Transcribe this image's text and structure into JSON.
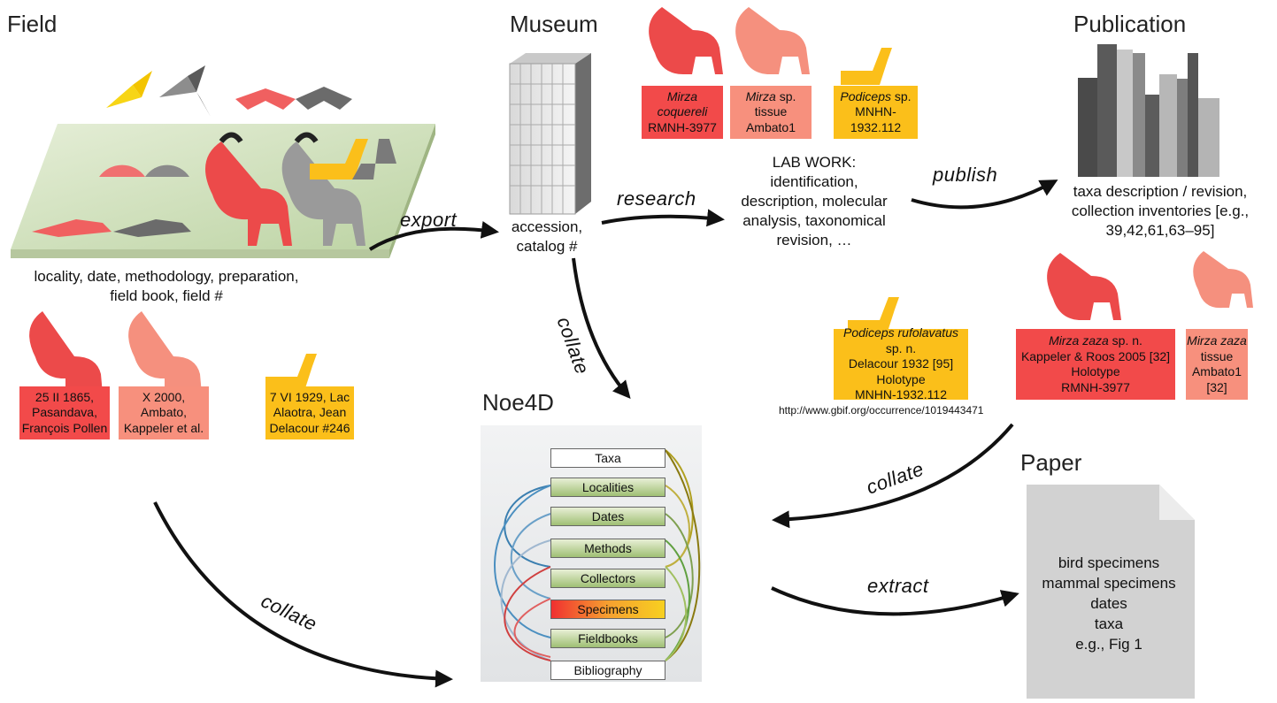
{
  "sections": {
    "field": "Field",
    "museum": "Museum",
    "publication": "Publication",
    "noe4d": "Noe4D",
    "paper": "Paper"
  },
  "field": {
    "caption": [
      "locality, date, methodology, preparation,",
      "field book, field #"
    ],
    "tags": [
      {
        "lines": [
          "25 II 1865,",
          "Pasandava,",
          "François Pollen"
        ],
        "color": "#f24a4a"
      },
      {
        "lines": [
          "X 2000,",
          "Ambato,",
          "Kappeler et al."
        ],
        "color": "#f7907d"
      },
      {
        "lines": [
          "7 VI 1929, Lac",
          "Alaotra, Jean",
          "Delacour #246"
        ],
        "color": "#fbbf1a"
      }
    ]
  },
  "museum": {
    "caption": [
      "accession,",
      "catalog #"
    ],
    "tags": [
      {
        "italic": "Mirza",
        "italic2": "coquereli",
        "line3": "RMNH-3977",
        "color": "#f24a4a"
      },
      {
        "italic": "Mirza",
        "rest": " sp.",
        "line2": "tissue",
        "line3": "Ambato1",
        "color": "#f7907d"
      },
      {
        "italic": "Podiceps",
        "rest": " sp.",
        "line2": "MNHN-",
        "line3": "1932.112",
        "color": "#fbbf1a"
      }
    ]
  },
  "labwork": {
    "lines": [
      "LAB WORK:",
      "identification,",
      "description, molecular",
      "analysis, taxonomical",
      "revision, …"
    ]
  },
  "publication": {
    "caption": [
      "taxa description / revision,",
      "collection inventories [e.g.,",
      "39,42,61,63–95]"
    ],
    "tags": [
      {
        "italic": "Podiceps rufolavatus",
        "rest": " sp. n.",
        "lines": [
          "Delacour 1932 [95]",
          "Holotype",
          "MNHN-1932.112"
        ],
        "color": "#fbbf1a"
      },
      {
        "italic": "Mirza zaza",
        "rest": " sp. n.",
        "lines": [
          "Kappeler & Roos 2005 [32]",
          "Holotype",
          "RMNH-3977"
        ],
        "color": "#f24a4a"
      },
      {
        "italic": "Mirza zaza",
        "rest": "",
        "lines": [
          "tissue",
          "Ambato1",
          "[32]"
        ],
        "color": "#f7907d"
      }
    ],
    "url": "http://www.gbif.org/occurrence/1019443471"
  },
  "flows": {
    "export": "export",
    "research": "research",
    "publish": "publish",
    "collate_museum": "collate",
    "collate_publication": "collate",
    "collate_field": "collate",
    "extract": "extract"
  },
  "noe4d": {
    "layers": [
      "Taxa",
      "Localities",
      "Dates",
      "Methods",
      "Collectors",
      "Specimens",
      "Fieldbooks",
      "Bibliography"
    ]
  },
  "paper": {
    "lines": [
      "bird specimens",
      "mammal specimens",
      "dates",
      "taxa",
      "e.g., Fig 1"
    ]
  },
  "icons": [
    "hummingbird-icon",
    "bat-icon",
    "lemur-icon",
    "duck-icon",
    "fan-icon",
    "shrew-icon",
    "books-icon",
    "cabinet-icon"
  ]
}
